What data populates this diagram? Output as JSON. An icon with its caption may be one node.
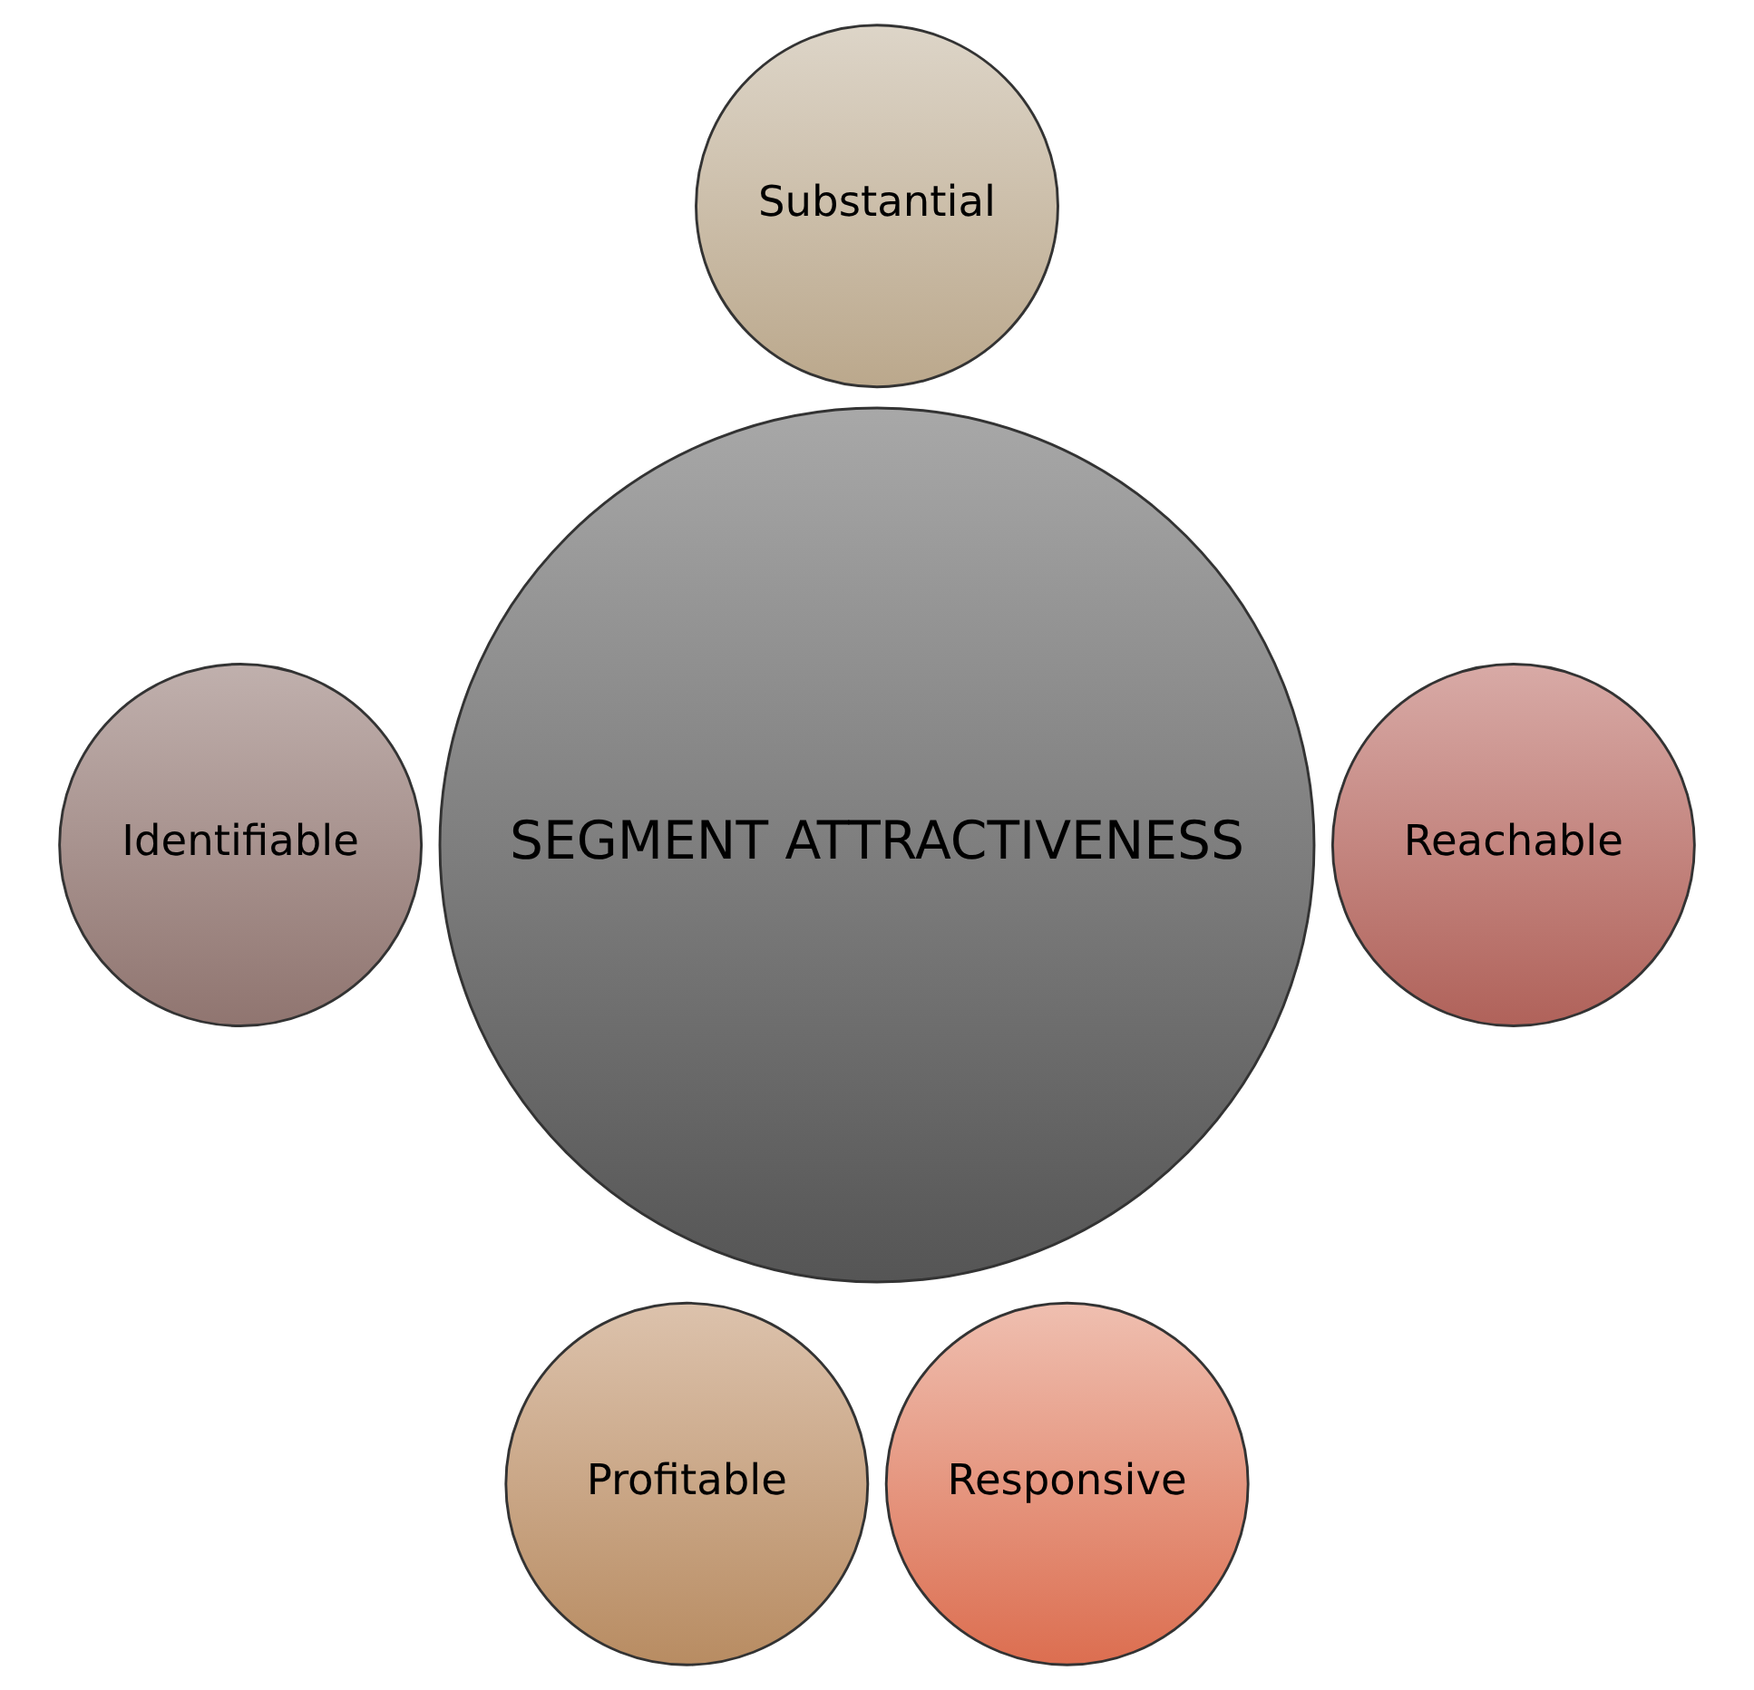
{
  "diagram": {
    "nodes": [
      {
        "text": [
          "Substantial"
        ]
      },
      {
        "text": [
          "Identifiable"
        ]
      },
      {
        "text": [
          "SEGMENT ATTRACTIVENESS"
        ]
      },
      {
        "text": [
          "Reachable"
        ]
      },
      {
        "text": [
          "Profitable"
        ]
      },
      {
        "text": [
          "Responsive"
        ]
      }
    ]
  }
}
